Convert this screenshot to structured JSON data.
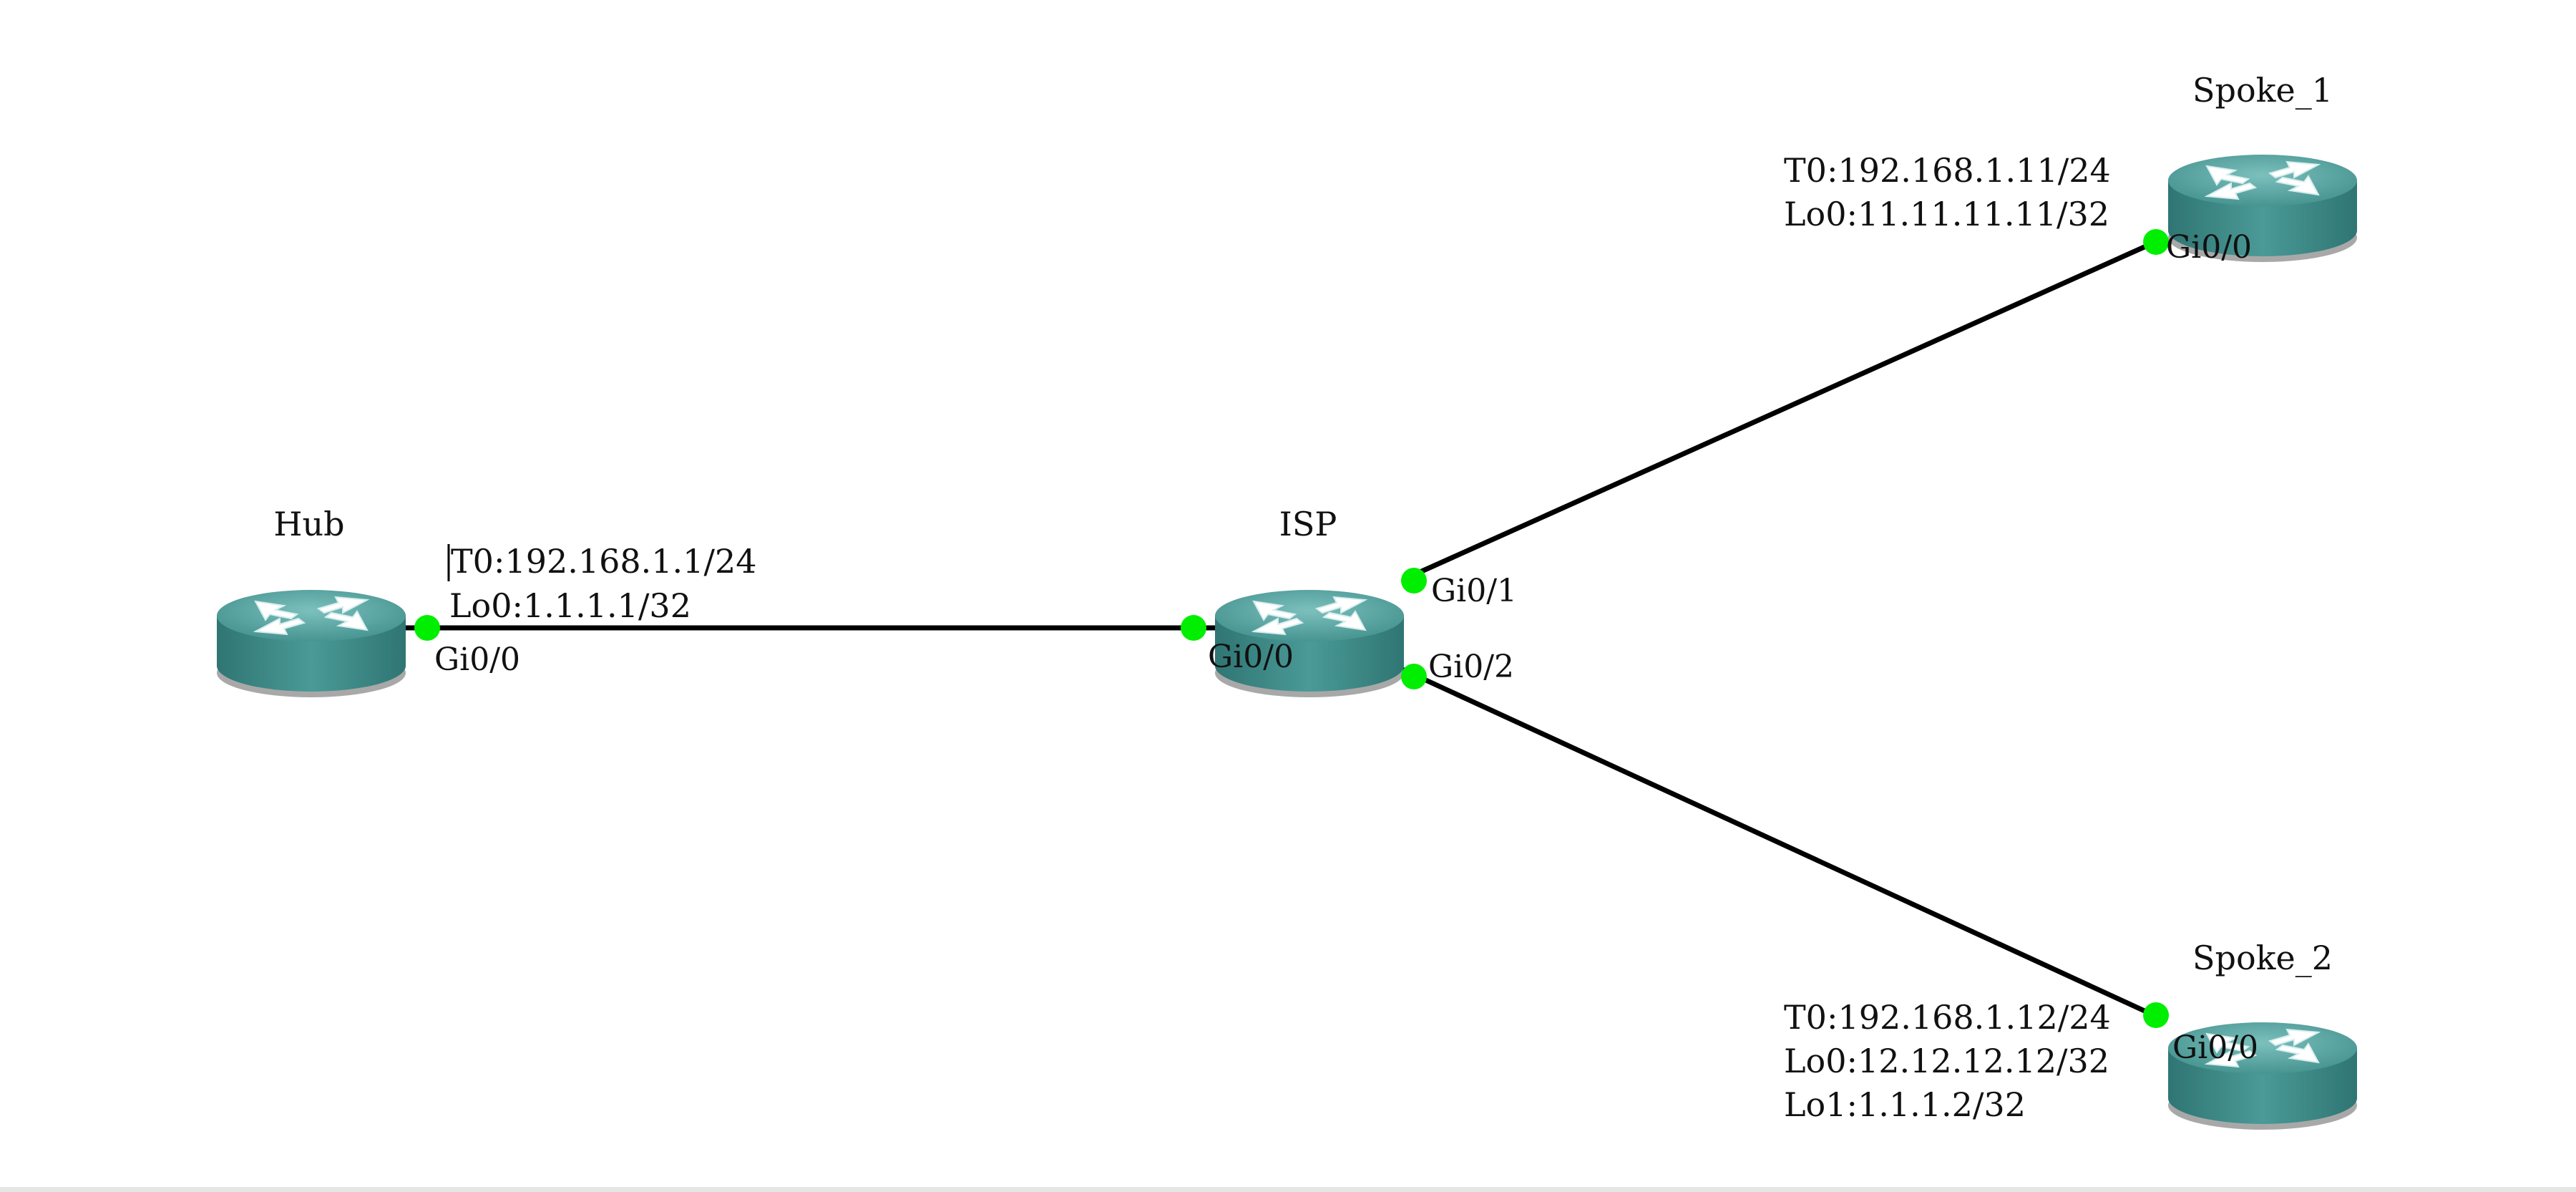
{
  "colors": {
    "router_body": "#3f8f8d",
    "router_top": "#5ea9a6",
    "port_dot": "#00ee00",
    "link": "#000000"
  },
  "routers": {
    "hub": {
      "name": "Hub",
      "ports": [
        "Gi0/0"
      ]
    },
    "isp": {
      "name": "ISP",
      "ports": [
        "Gi0/0",
        "Gi0/1",
        "Gi0/2"
      ]
    },
    "spoke1": {
      "name": "Spoke_1",
      "ports": [
        "Gi0/0"
      ]
    },
    "spoke2": {
      "name": "Spoke_2",
      "ports": [
        "Gi0/0"
      ]
    }
  },
  "annotations": {
    "hub": [
      "T0:192.168.1.1/24",
      "Lo0:1.1.1.1/32"
    ],
    "spoke1": [
      "T0:192.168.1.11/24",
      "Lo0:11.11.11.11/32"
    ],
    "spoke2": [
      "T0:192.168.1.12/24",
      "Lo0:12.12.12.12/32",
      "Lo1:1.1.1.2/32"
    ]
  },
  "links": [
    {
      "from": "hub",
      "from_port": "Gi0/0",
      "to": "isp",
      "to_port": "Gi0/0"
    },
    {
      "from": "isp",
      "from_port": "Gi0/1",
      "to": "spoke1",
      "to_port": "Gi0/0"
    },
    {
      "from": "isp",
      "from_port": "Gi0/2",
      "to": "spoke2",
      "to_port": "Gi0/0"
    }
  ]
}
